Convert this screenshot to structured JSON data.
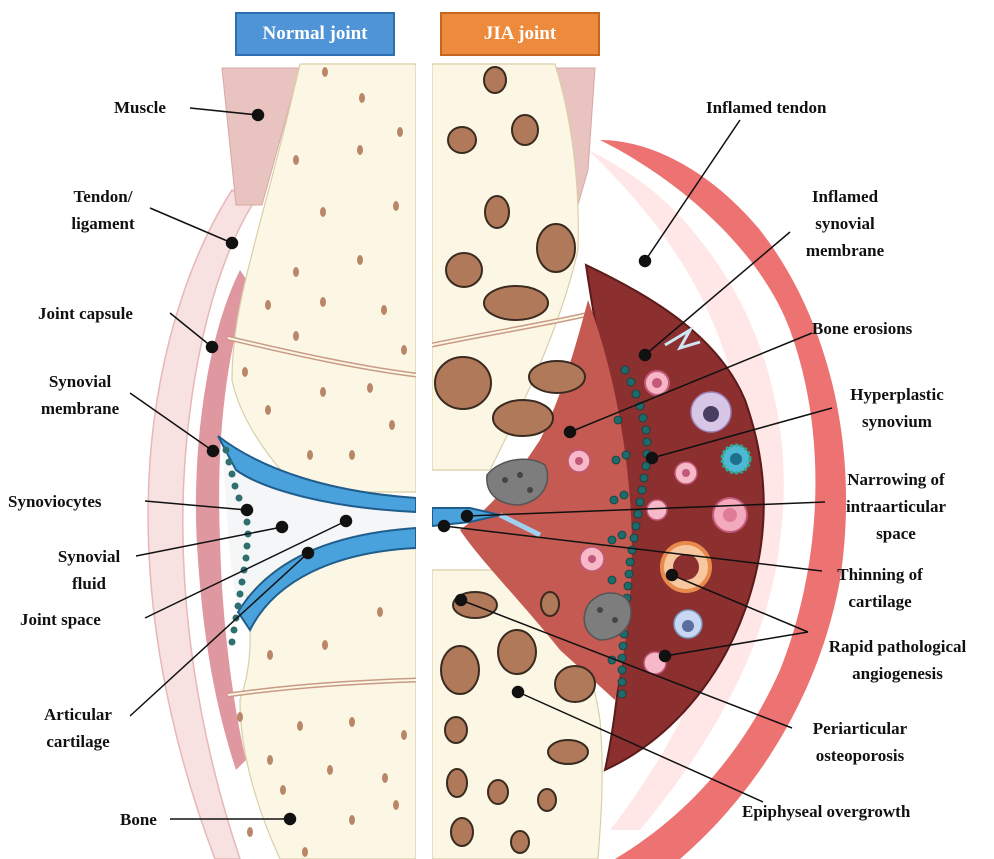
{
  "headers": {
    "normal": "Normal joint",
    "jia": "JIA joint"
  },
  "left_labels": {
    "muscle": "Muscle",
    "tendon_l1": "Tendon/",
    "tendon_l2": "ligament",
    "capsule": "Joint capsule",
    "synmem_l1": "Synovial",
    "synmem_l2": "membrane",
    "synoviocytes": "Synoviocytes",
    "synfluid_l1": "Synovial",
    "synfluid_l2": "fluid",
    "joint_space": "Joint space",
    "cart_l1": "Articular",
    "cart_l2": "cartilage",
    "bone": "Bone"
  },
  "right_labels": {
    "inflamed_tendon": "Inflamed tendon",
    "infl_syn_l1": "Inflamed",
    "infl_syn_l2": "synovial",
    "infl_syn_l3": "membrane",
    "bone_erosions": "Bone erosions",
    "hyper_l1": "Hyperplastic",
    "hyper_l2": "synovium",
    "narrow_l1": "Narrowing of",
    "narrow_l2": "intraarticular",
    "narrow_l3": "space",
    "thin_l1": "Thinning of",
    "thin_l2": "cartilage",
    "angio_l1": "Rapid pathological",
    "angio_l2": "angiogenesis",
    "osteo_l1": "Periarticular",
    "osteo_l2": "osteoporosis",
    "epiph": "Epiphyseal overgrowth"
  },
  "colors": {
    "normal_header": "#4f94d6",
    "jia_header": "#ee8a3c",
    "bone": "#fcf7e4",
    "muscle": "#e9c3bf",
    "synovium": "#8b2f2f",
    "cartilage": "#4aa2dc",
    "inflamed_tendon": "#ec6a6a"
  }
}
